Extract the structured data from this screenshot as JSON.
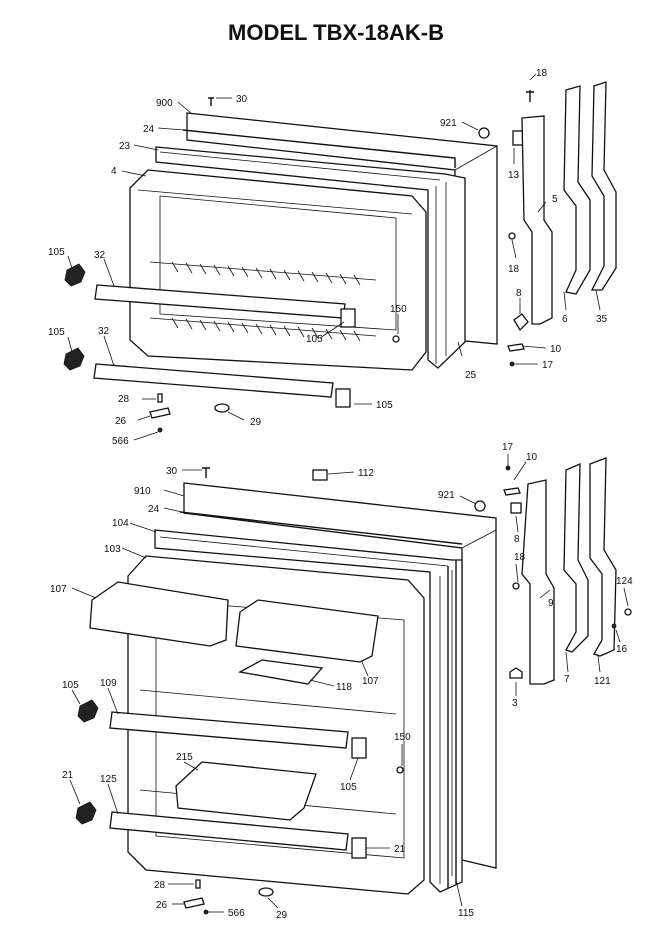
{
  "title": "MODEL TBX-18AK-B",
  "colors": {
    "line": "#111111",
    "background": "#ffffff"
  },
  "parts": {
    "p900": "900",
    "p30_top": "30",
    "p24_top": "24",
    "p23": "23",
    "p4": "4",
    "p105_a": "105",
    "p32_a": "32",
    "p105_b": "105",
    "p32_b": "32",
    "p105_c": "105",
    "p150_top": "150",
    "p105_d": "105",
    "p25": "25",
    "p28_top": "28",
    "p26_top": "26",
    "p566_top": "566",
    "p29_top": "29",
    "p921_top": "921",
    "p18_top": "18",
    "p13": "13",
    "p5": "5",
    "p18_mid": "18",
    "p8_top": "8",
    "p6": "6",
    "p35": "35",
    "p10_top": "10",
    "p17_top": "17",
    "p30_bot": "30",
    "p112": "112",
    "p910": "910",
    "p24_bot": "24",
    "p104": "104",
    "p103": "103",
    "p107_a": "107",
    "p107_b": "107",
    "p118": "118",
    "p105_e": "105",
    "p109": "109",
    "p150_bot": "150",
    "p215": "215",
    "p105_f": "105",
    "p21_a": "21",
    "p125": "125",
    "p21_b": "21",
    "p28_bot": "28",
    "p26_bot": "26",
    "p566_bot": "566",
    "p29_bot": "29",
    "p115": "115",
    "p921_bot": "921",
    "p17_bot": "17",
    "p10_bot": "10",
    "p8_bot": "8",
    "p18_bot": "18",
    "p9": "9",
    "p3": "3",
    "p7": "7",
    "p121": "121",
    "p124": "124",
    "p16": "16"
  }
}
